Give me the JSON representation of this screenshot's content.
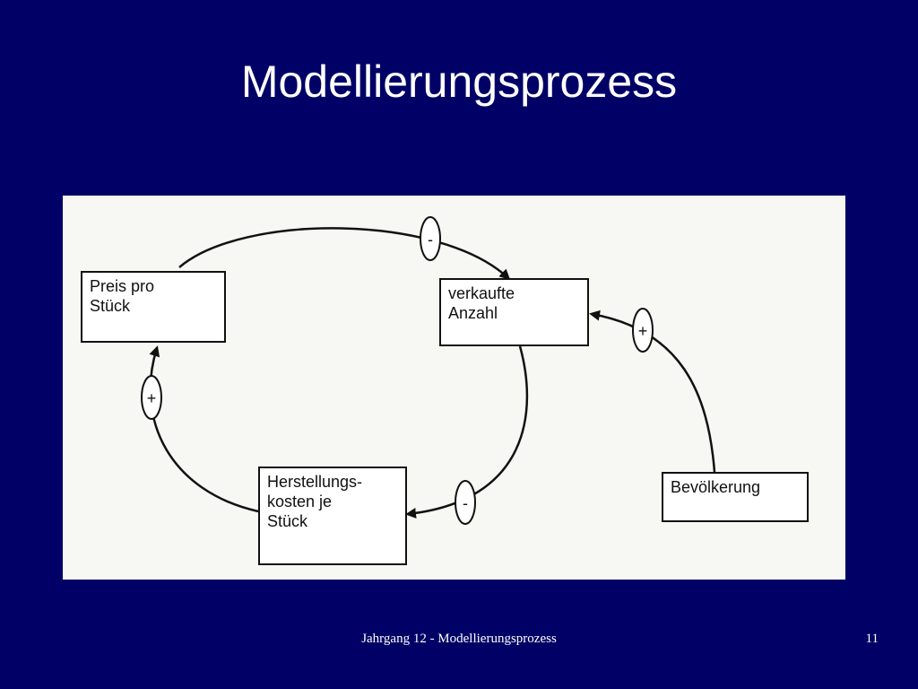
{
  "slide": {
    "title": "Modellierungsprozess",
    "footer": "Jahrgang 12 - Modellierungsprozess",
    "page_number": "11"
  },
  "diagram": {
    "nodes": {
      "preis": "Preis pro\nStück",
      "verkaufte": "verkaufte\nAnzahl",
      "herstellung": "Herstellungs-\nkosten je\nStück",
      "bevoelkerung": "Bevölkerung"
    },
    "signs": {
      "preis_to_verkaufte": "-",
      "bevoelkerung_to_verkaufte": "+",
      "verkaufte_to_herstellung": "-",
      "herstellung_to_preis": "+"
    }
  },
  "colors": {
    "background": "#000066",
    "diagram_background": "#f7f7f4",
    "ink": "#111111"
  }
}
